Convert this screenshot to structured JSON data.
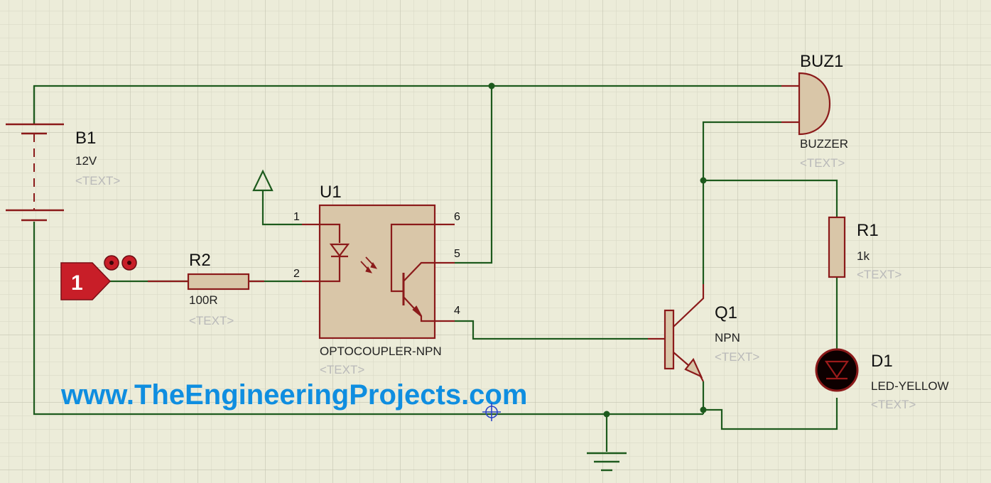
{
  "watermark": "www.TheEngineeringProjects.com",
  "colors": {
    "background": "#ececd9",
    "grid_minor": "#d6d6c4",
    "grid_major": "#c4c4b0",
    "wire": "#1d5a1d",
    "component": "#8b1a1a",
    "terminal": "#c81e28",
    "placeholder_text": "#b9b9b9",
    "watermark": "#0f8ee0"
  },
  "components": {
    "b1": {
      "ref": "B1",
      "value": "12V",
      "text": "<TEXT>"
    },
    "r2": {
      "ref": "R2",
      "value": "100R",
      "text": "<TEXT>"
    },
    "u1": {
      "ref": "U1",
      "value": "OPTOCOUPLER-NPN",
      "text": "<TEXT>",
      "pins": [
        "1",
        "2",
        "4",
        "5",
        "6"
      ]
    },
    "buz1": {
      "ref": "BUZ1",
      "value": "BUZZER",
      "text": "<TEXT>"
    },
    "r1": {
      "ref": "R1",
      "value": "1k",
      "text": "<TEXT>"
    },
    "q1": {
      "ref": "Q1",
      "value": "NPN",
      "text": "<TEXT>"
    },
    "d1": {
      "ref": "D1",
      "value": "LED-YELLOW",
      "text": "<TEXT>"
    },
    "input_terminal": {
      "label": "1"
    }
  },
  "icons": [
    "power-terminal-icon",
    "ground-icon",
    "logic-probe-icon",
    "crosshair-icon"
  ]
}
